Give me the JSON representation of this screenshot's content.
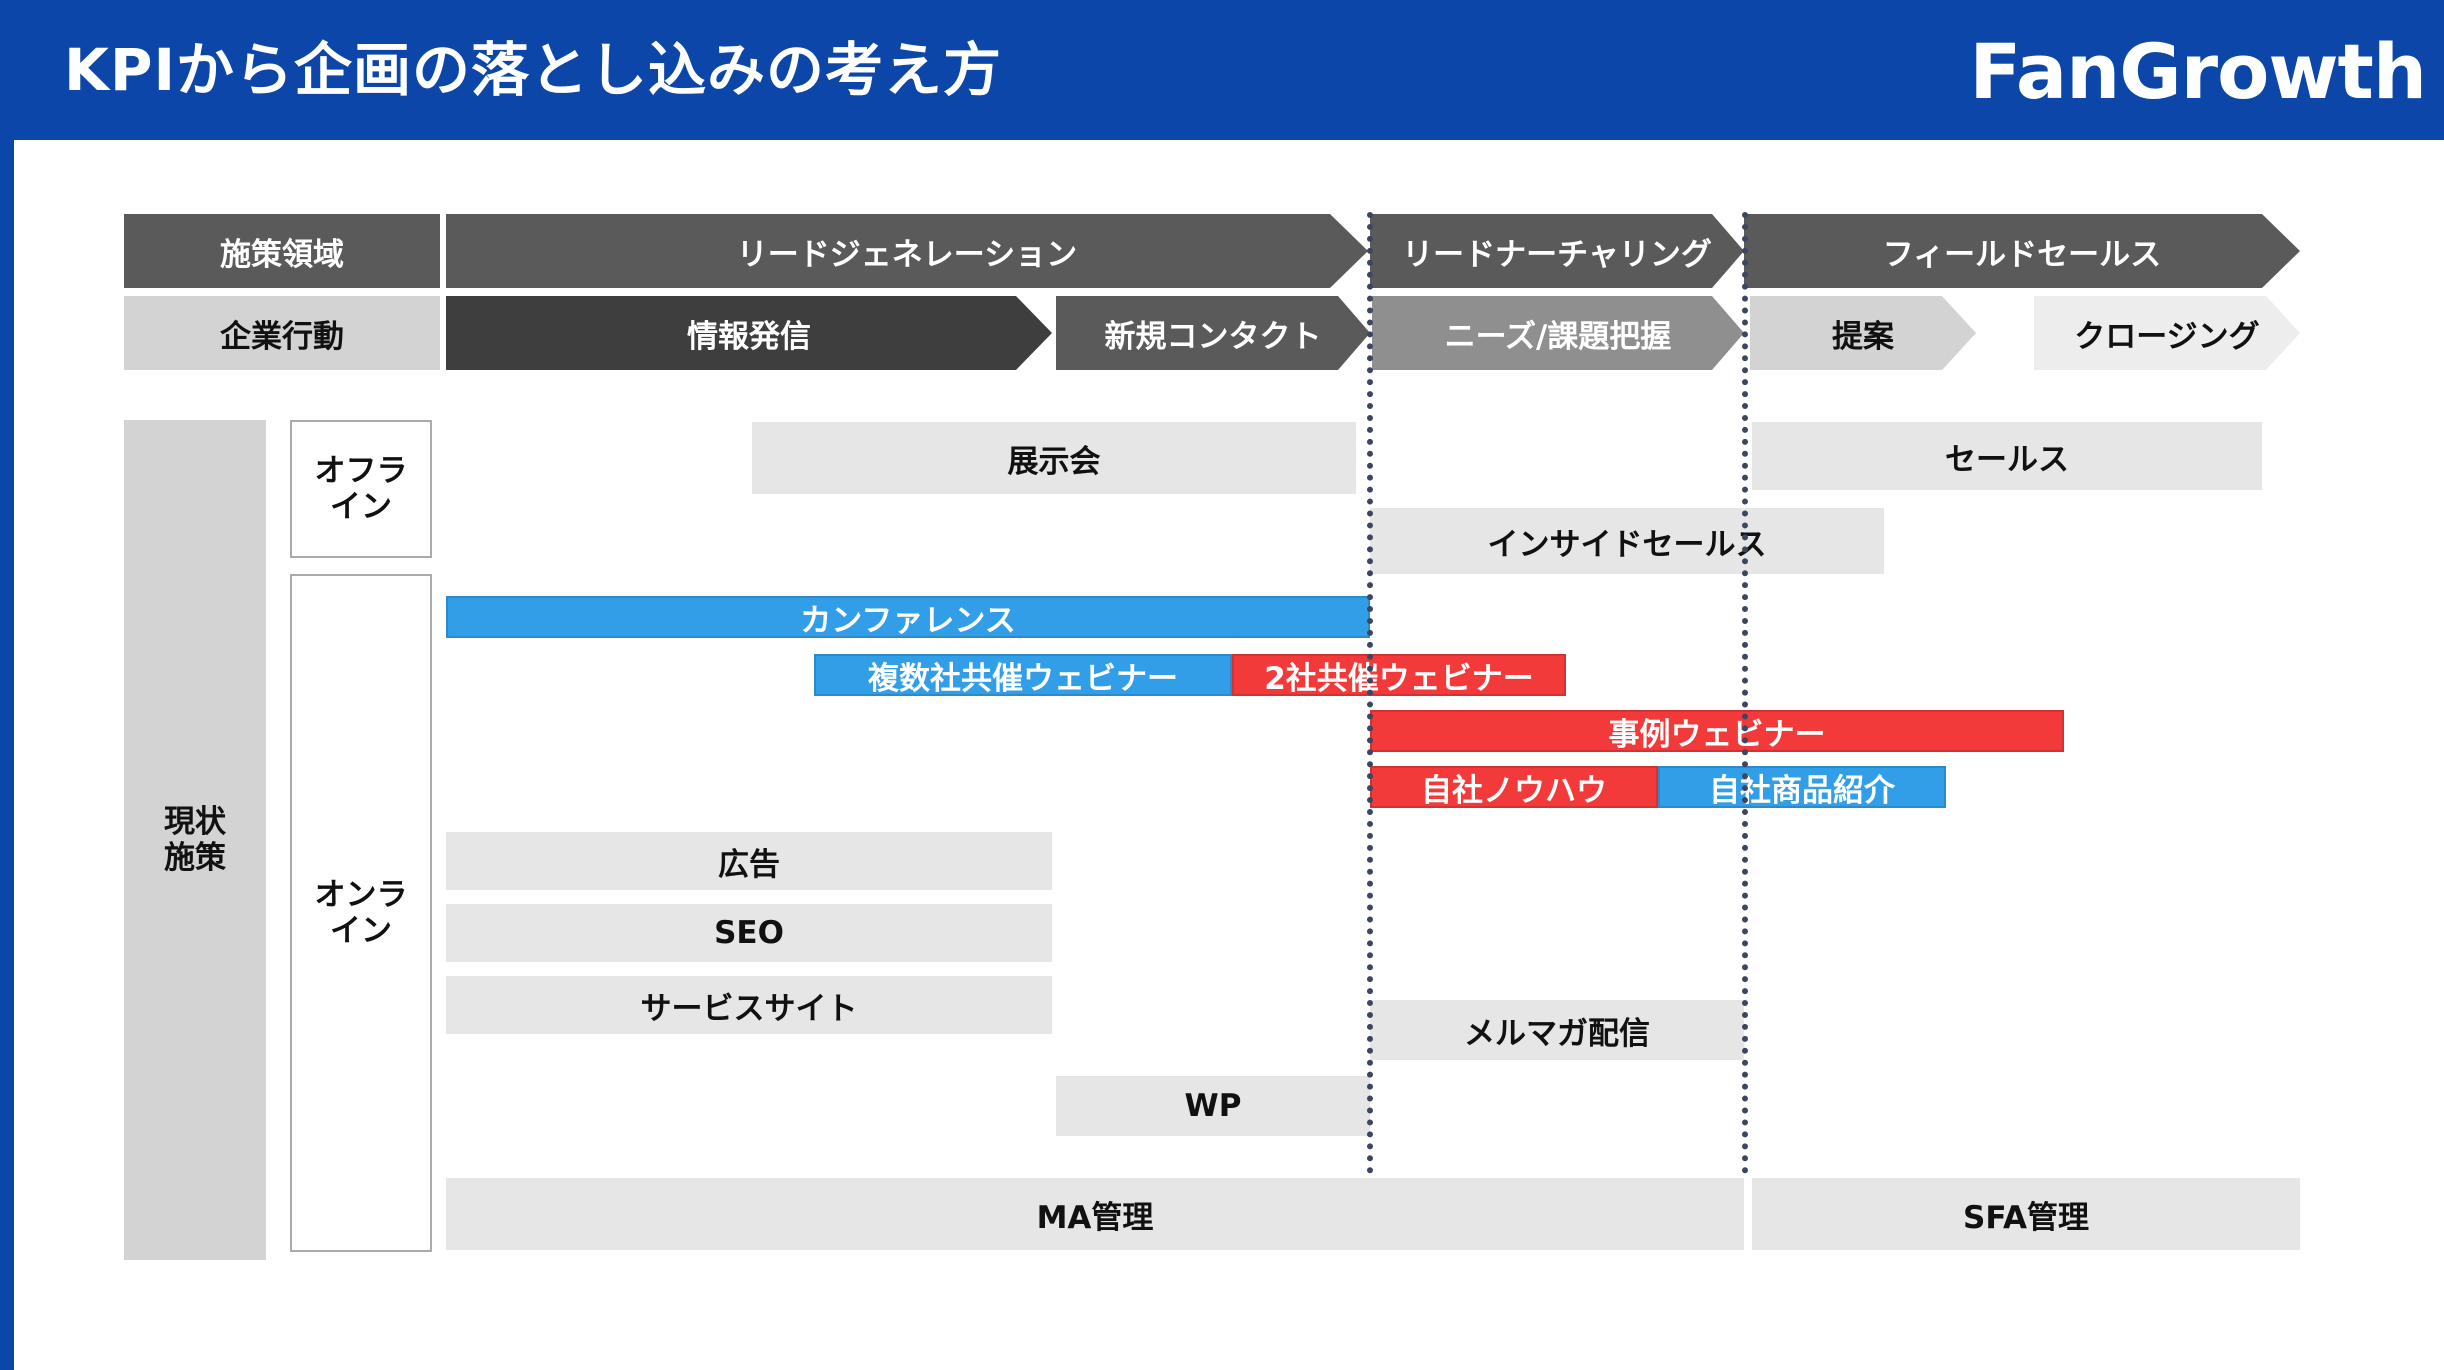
{
  "header": {
    "title": "KPIから企画の落とし込みの考え方",
    "logo_text": "FanGrowth"
  },
  "colors": {
    "brand_blue": "#0b46a8",
    "dark_gray": "#5a5a5a",
    "darker_gray": "#3e3e3e",
    "mid_gray": "#8f8f8f",
    "light_gray": "#d3d3d3",
    "lighter_gray": "#ededed",
    "item_gray": "#e6e6e6",
    "accent_blue": "#339ee8",
    "accent_red": "#f23a3a"
  },
  "row1": {
    "label": "施策領域",
    "phases": [
      "リードジェネレーション",
      "リードナーチャリング",
      "フィールドセールス"
    ]
  },
  "row2": {
    "label": "企業行動",
    "steps": [
      "情報発信",
      "新規コンタクト",
      "ニーズ/課題把握",
      "提案",
      "クロージング"
    ]
  },
  "left": {
    "current_label": "現状\n施策",
    "offline_label": "オフラ\nイン",
    "online_label": "オンラ\nイン"
  },
  "items": {
    "exhibition": "展示会",
    "sales": "セールス",
    "inside_sales": "インサイドセールス",
    "conference": "カンファレンス",
    "multi_webinar": "複数社共催ウェビナー",
    "two_webinar": "2社共催ウェビナー",
    "case_webinar": "事例ウェビナー",
    "knowhow": "自社ノウハウ",
    "product_intro": "自社商品紹介",
    "ads": "広告",
    "seo": "SEO",
    "service_site": "サービスサイト",
    "newsletter": "メルマガ配信",
    "wp": "WP",
    "ma": "MA管理",
    "sfa": "SFA管理"
  }
}
